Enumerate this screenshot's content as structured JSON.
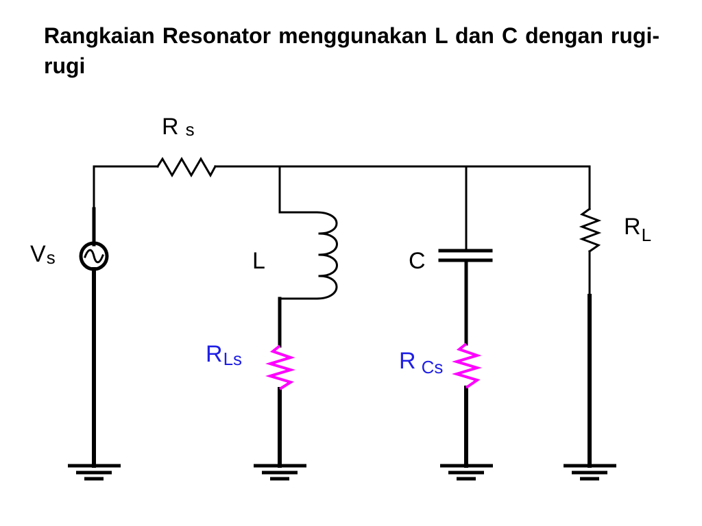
{
  "slide": {
    "title": "Rangkaian Resonator menggunakan L dan C dengan rugi-rugi"
  },
  "colors": {
    "wire": "#000000",
    "loss_resistor": "#ff00ff",
    "loss_label": "#1f1fe6"
  },
  "components": {
    "source": {
      "main": "V",
      "sub": "s"
    },
    "source_resistor": {
      "main": "R",
      "sub": "s"
    },
    "inductor": {
      "main": "L"
    },
    "inductor_loss": {
      "main": "R",
      "sub": "Ls"
    },
    "capacitor": {
      "main": "C"
    },
    "capacitor_loss": {
      "main": "R",
      "sub": "Cs"
    },
    "load_resistor": {
      "main": "R",
      "sub": "L"
    }
  }
}
